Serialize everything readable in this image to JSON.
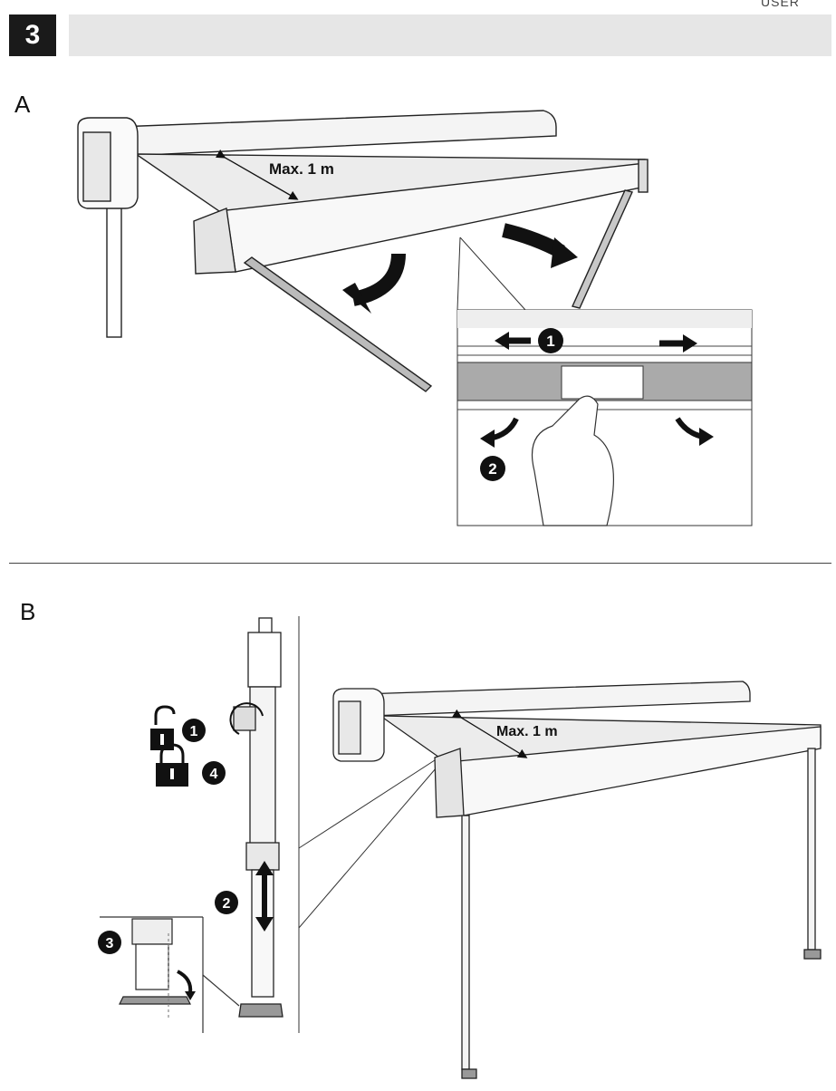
{
  "header": {
    "corner_text": "USER",
    "step_number": "3"
  },
  "sections": [
    {
      "label": "A",
      "measure_label": "Max. 1 m",
      "callouts": [
        "1",
        "2"
      ]
    },
    {
      "label": "B",
      "measure_label": "Max. 1 m",
      "callouts": [
        "1",
        "4",
        "2",
        "3"
      ]
    }
  ],
  "icons": [
    "curved-arrow-icon",
    "left-arrow-icon",
    "right-arrow-icon",
    "unlock-icon",
    "lock-icon",
    "rotate-arrow-icon",
    "double-arrow-icon",
    "hand-icon"
  ]
}
